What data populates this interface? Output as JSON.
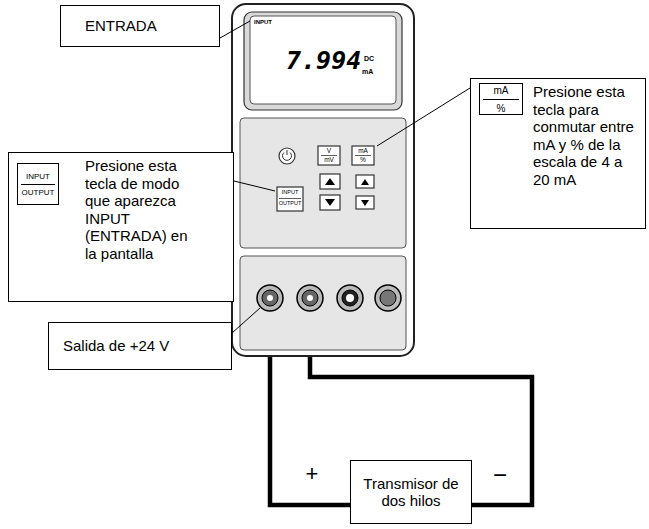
{
  "diagram": {
    "nodes": [
      {
        "text": [
          "ENTRADA"
        ]
      },
      {
        "text": [
          "Presione esta tecla para conmutar entre mA y % de la escala de 4 a 20 mA"
        ]
      },
      {
        "text": [
          "mA",
          "%"
        ],
        "in": 1
      },
      {
        "text": [
          "Presione esta tecla de modo que aparezca INPUT (ENTRADA) en la pantalla"
        ]
      },
      {
        "text": [
          "INPUT",
          "OUTPUT"
        ],
        "in": 3
      },
      {
        "text": [
          "Salida de +24 V"
        ]
      },
      {
        "text": [
          "Transmisor de dos hilos"
        ]
      }
    ],
    "labels": [
      "INPUT",
      "7.994",
      "mA",
      "DC",
      "V",
      "mV",
      "mA",
      "%",
      "INPUT",
      "OUTPUT",
      "+",
      "−"
    ]
  }
}
